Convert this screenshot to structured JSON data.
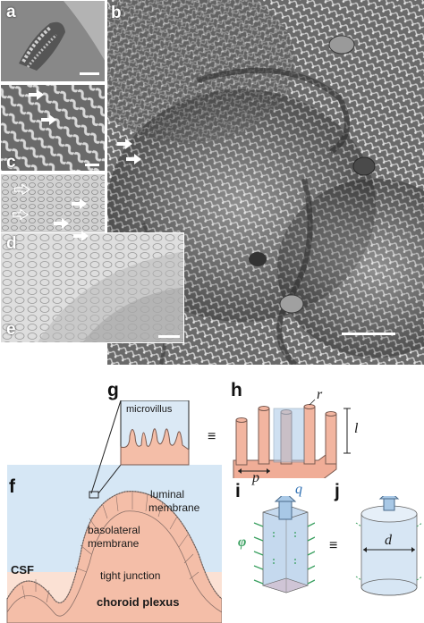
{
  "figure": {
    "panels": {
      "a": "a",
      "b": "b",
      "c": "c",
      "d": "d",
      "e": "e",
      "f": "f",
      "g": "g",
      "h": "h",
      "i": "i",
      "j": "j"
    },
    "labels": {
      "microvillus": "microvillus",
      "luminal": "luminal",
      "membrane1": "membrane",
      "basolateral": "basolateral",
      "membrane2": "membrane",
      "csf": "CSF",
      "tight_junction": "tight junction",
      "choroid_plexus": "choroid plexus",
      "r": "r",
      "l": "l",
      "p": "p",
      "q": "q",
      "phi": "φ",
      "d": "d",
      "equiv1": "≡",
      "equiv2": "≡"
    },
    "colors": {
      "csf_blue": "#cfe3f3",
      "tissue_pink": "#f3b9a2",
      "cylinder_blue": "#a8c8e6",
      "arrow_green": "#3aa060"
    }
  }
}
